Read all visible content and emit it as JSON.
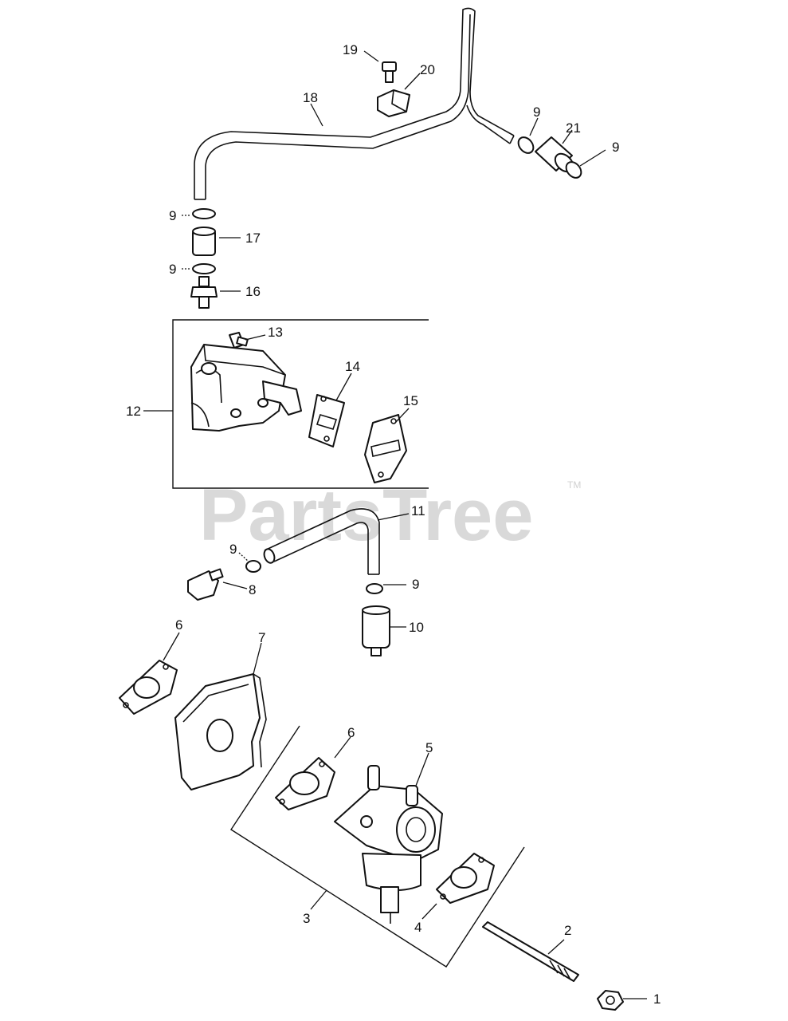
{
  "watermark": {
    "text": "PartsTree",
    "trademark": "TM"
  },
  "callouts": {
    "c1": "1",
    "c2": "2",
    "c3": "3",
    "c4": "4",
    "c5": "5",
    "c6a": "6",
    "c6b": "6",
    "c7": "7",
    "c8": "8",
    "c9a": "9",
    "c9b": "9",
    "c9c": "9",
    "c9d": "9",
    "c9e": "9",
    "c9f": "9",
    "c10": "10",
    "c11": "11",
    "c12": "12",
    "c13": "13",
    "c14": "14",
    "c15": "15",
    "c16": "16",
    "c17": "17",
    "c18": "18",
    "c19": "19",
    "c20": "20",
    "c21": "21"
  },
  "colors": {
    "line": "#111111",
    "watermark": "#d9d9d9",
    "background": "#ffffff"
  }
}
